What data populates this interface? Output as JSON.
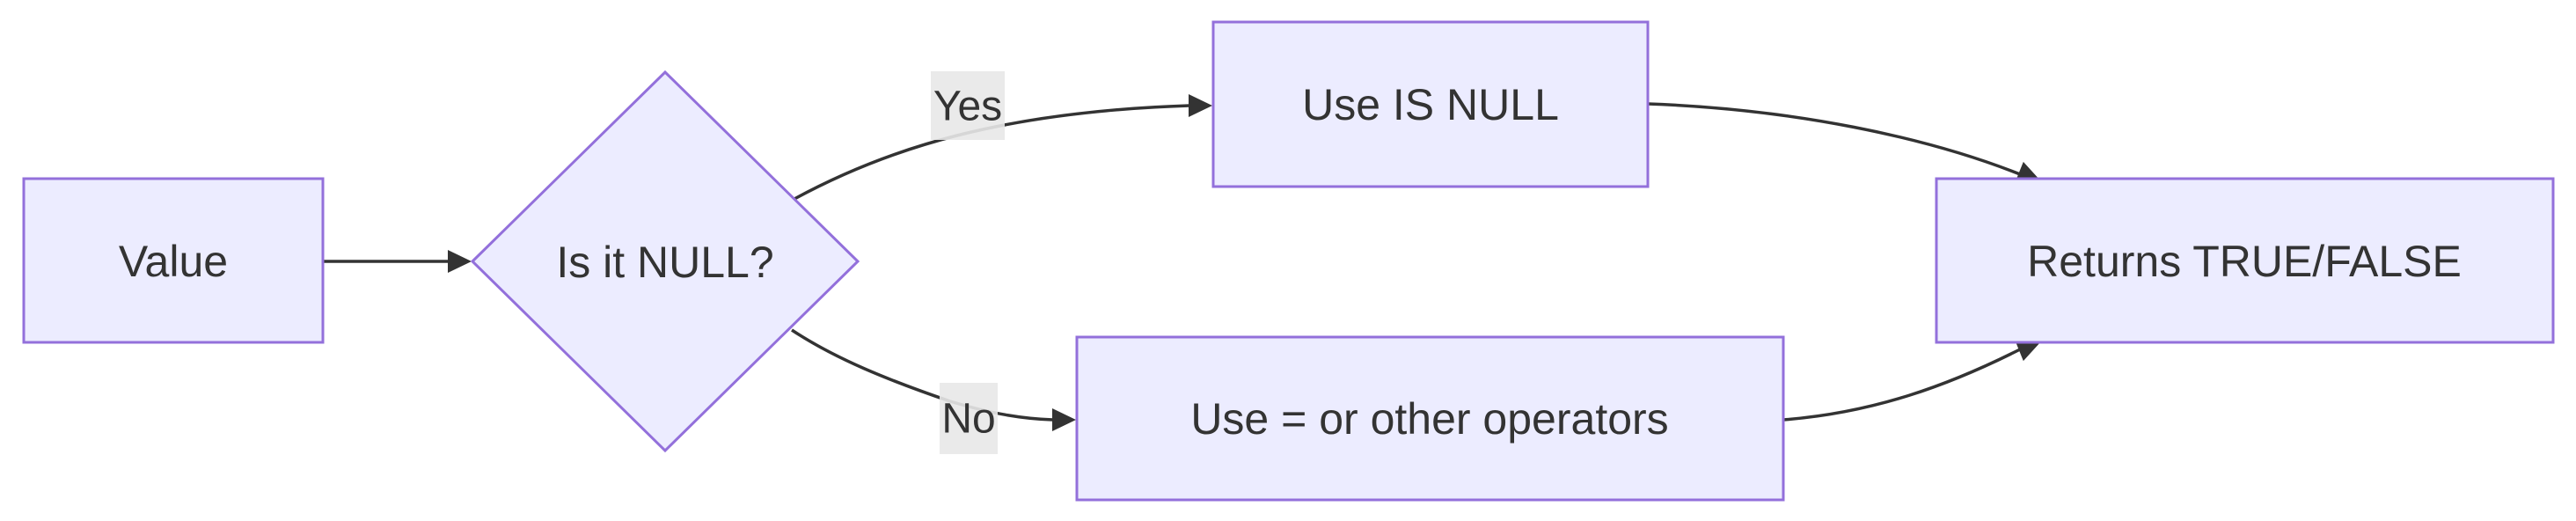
{
  "diagram": {
    "type": "flowchart",
    "direction": "left-to-right",
    "nodes": [
      {
        "id": "value",
        "shape": "rectangle",
        "label": "Value"
      },
      {
        "id": "is-it-null",
        "shape": "diamond",
        "label": "Is it NULL?"
      },
      {
        "id": "use-is-null",
        "shape": "rectangle",
        "label": "Use IS NULL"
      },
      {
        "id": "use-operators",
        "shape": "rectangle",
        "label": "Use = or other operators"
      },
      {
        "id": "returns",
        "shape": "rectangle",
        "label": "Returns TRUE/FALSE"
      }
    ],
    "edges": [
      {
        "from": "value",
        "to": "is-it-null",
        "label": ""
      },
      {
        "from": "is-it-null",
        "to": "use-is-null",
        "label": "Yes"
      },
      {
        "from": "is-it-null",
        "to": "use-operators",
        "label": "No"
      },
      {
        "from": "use-is-null",
        "to": "returns",
        "label": ""
      },
      {
        "from": "use-operators",
        "to": "returns",
        "label": ""
      }
    ]
  },
  "colors": {
    "background": "#ffffff",
    "node_fill": "#ECECFF",
    "node_border": "#9370DB",
    "line_color": "#333333",
    "text_color": "#333333",
    "edge_label_bg": "#E8E8E8"
  }
}
